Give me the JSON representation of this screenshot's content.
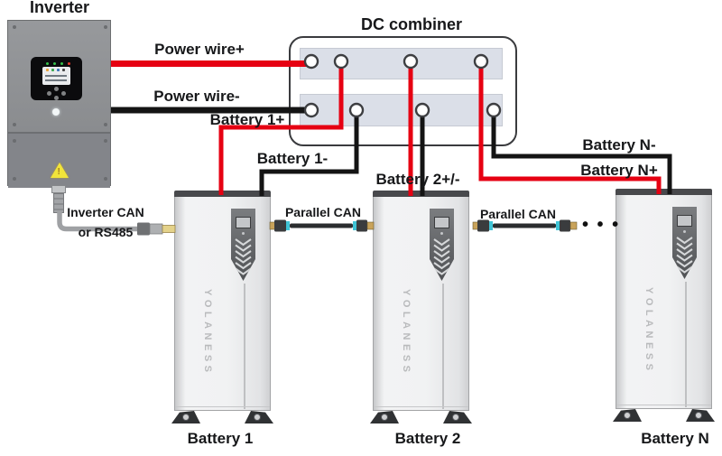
{
  "diagram": {
    "inverter": {
      "title": "Inverter"
    },
    "dc_combiner": {
      "title": "DC combiner"
    },
    "wires": {
      "power_positive": {
        "label": "Power wire+"
      },
      "power_negative": {
        "label": "Power wire-"
      },
      "battery1_positive": {
        "label": "Battery 1+"
      },
      "battery1_negative": {
        "label": "Battery 1-"
      },
      "battery2_both": {
        "label": "Battery 2+/-"
      },
      "batteryN_negative": {
        "label": "Battery N-"
      },
      "batteryN_positive": {
        "label": "Battery N+"
      }
    },
    "comm": {
      "inverter_can": {
        "line1": "Inverter CAN",
        "line2": "or RS485"
      },
      "parallel_can_1": {
        "label": "Parallel CAN"
      },
      "parallel_can_2": {
        "label": "Parallel CAN"
      },
      "ellipsis": "• • •"
    },
    "batteries": [
      {
        "label": "Battery 1",
        "brand": "YOLANESS"
      },
      {
        "label": "Battery 2",
        "brand": "YOLANESS"
      },
      {
        "label": "Battery N",
        "brand": "YOLANESS"
      }
    ],
    "colors": {
      "wire_positive": "#e60012",
      "wire_negative": "#141414",
      "bus_bar_fill": "#dbdfe8",
      "can_band_cyan": "#3fc4d6",
      "warning_yellow": "#f2e43a"
    }
  }
}
